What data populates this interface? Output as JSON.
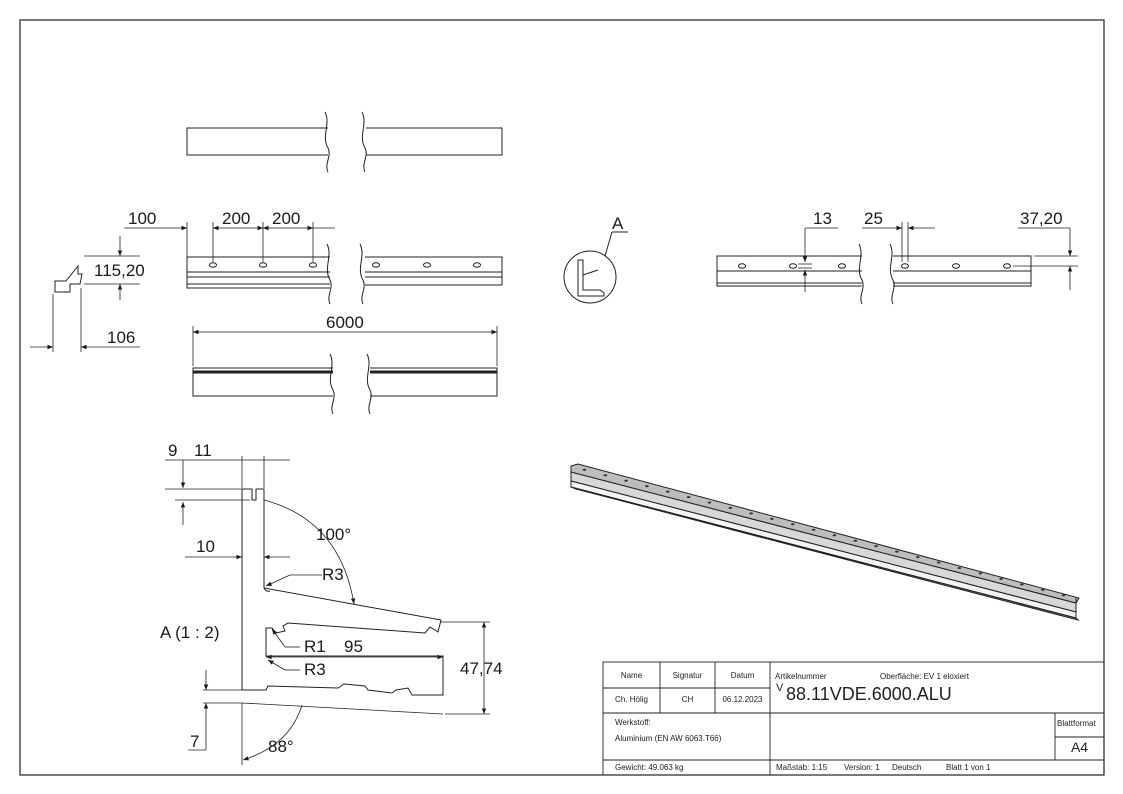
{
  "drawing": {
    "dims": {
      "d100": "100",
      "d200a": "200",
      "d200b": "200",
      "d115": "115,20",
      "d106": "106",
      "d6000": "6000",
      "d13": "13",
      "d25": "25",
      "d3720": "37,20",
      "d9": "9",
      "d11": "11",
      "d10": "10",
      "d100deg": "100°",
      "r3a": "R3",
      "r1": "R1",
      "d95": "95",
      "r3b": "R3",
      "d4774": "47,74",
      "d7": "7",
      "d88deg": "88°"
    },
    "detail_label": "A (1 : 2)",
    "detail_marker": "A"
  },
  "title_block": {
    "hdr_name": "Name",
    "hdr_signatur": "Signatur",
    "hdr_datum": "Datum",
    "name": "Ch. Hölig",
    "signatur": "CH",
    "datum": "06.12.2023",
    "artikel_label": "Artikelnummer",
    "oberflaeche": "Oberfläche: EV 1 eloxiert",
    "artikel_prefix": "V",
    "artikel_nr": "88.11VDE.6000.ALU",
    "werkstoff_label": "Werkstoff:",
    "werkstoff": "Aluminium (EN AW 6063.T66)",
    "blattformat_label": "Blattformat",
    "blattformat": "A4",
    "gewicht": "Gewicht: 49.063 kg",
    "massstab": "Maßstab: 1:15",
    "version": "Version: 1",
    "sprache": "Deutsch",
    "blatt": "Blatt 1 von 1"
  }
}
